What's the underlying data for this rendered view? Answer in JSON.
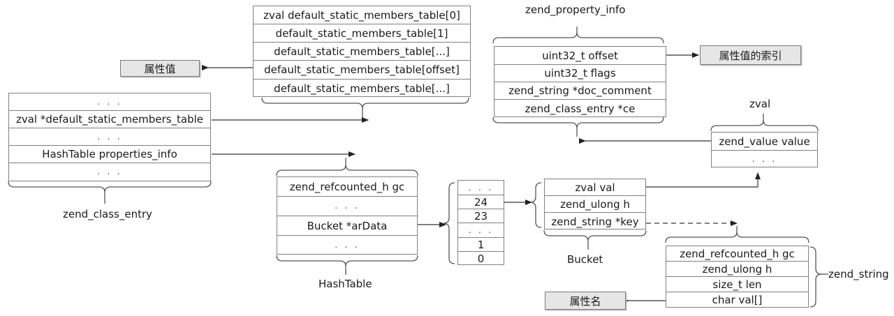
{
  "diagram": {
    "title": "PHP zend_class_entry property storage layout",
    "colors": {
      "stroke": "#808080",
      "arrow": "#333333",
      "shaded_fill": "#e6e6e6",
      "shaded_border": "#7a7a7a"
    }
  },
  "structs": {
    "static_members_table": {
      "caption": "",
      "rows": [
        "zval default_static_members_table[0]",
        "default_static_members_table[1]",
        "default_static_members_table[...]",
        "default_static_members_table[offset]",
        "default_static_members_table[...]"
      ]
    },
    "zend_property_info": {
      "caption": "zend_property_info",
      "rows": [
        "uint32_t offset",
        "uint32_t flags",
        "zend_string *doc_comment",
        "zend_class_entry *ce"
      ]
    },
    "zend_class_entry": {
      "caption": "zend_class_entry",
      "rows": [
        ". . .",
        "zval *default_static_members_table",
        ". . .",
        "HashTable properties_info",
        ". . ."
      ]
    },
    "zval": {
      "caption": "zval",
      "rows": [
        "zend_value value",
        ". . ."
      ]
    },
    "hashtable": {
      "caption": "HashTable",
      "rows": [
        "zend_refcounted_h gc",
        ". . .",
        "Bucket *arData",
        ". . ."
      ]
    },
    "ardata_array": {
      "caption": "",
      "rows": [
        ". . .",
        "24",
        "23",
        ". . .",
        "1",
        "0"
      ]
    },
    "bucket": {
      "caption": "Bucket",
      "rows": [
        "zval val",
        "zend_ulong h",
        "zend_string *key"
      ]
    },
    "zend_string": {
      "caption": "zend_string",
      "rows": [
        "zend_refcounted_h gc",
        "zend_ulong h",
        "size_t len",
        "char val[]"
      ]
    }
  },
  "labels": {
    "property_value": "属性值",
    "property_value_index": "属性值的索引",
    "property_name": "属性名"
  }
}
